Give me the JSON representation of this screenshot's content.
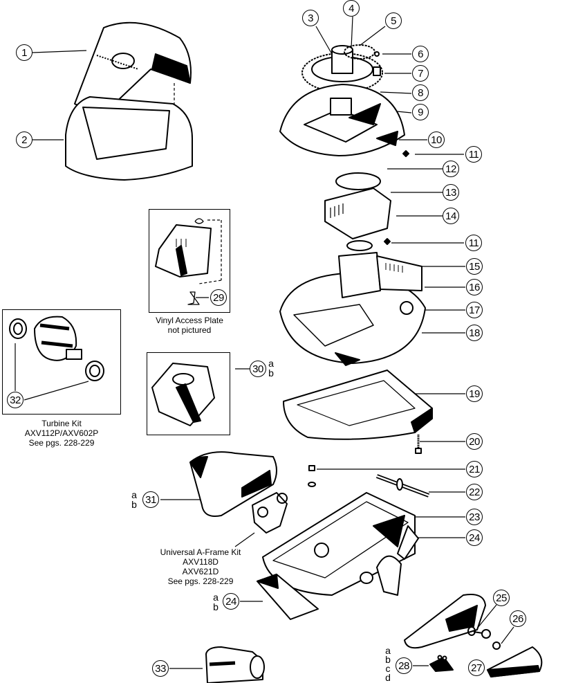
{
  "diagram": {
    "type": "exploded-parts-diagram",
    "subject": "pool cleaner assembly"
  },
  "callouts": [
    {
      "id": "1",
      "label": "1"
    },
    {
      "id": "2",
      "label": "2"
    },
    {
      "id": "3",
      "label": "3"
    },
    {
      "id": "4",
      "label": "4"
    },
    {
      "id": "5",
      "label": "5"
    },
    {
      "id": "6",
      "label": "6"
    },
    {
      "id": "7",
      "label": "7"
    },
    {
      "id": "8",
      "label": "8"
    },
    {
      "id": "9",
      "label": "9"
    },
    {
      "id": "10",
      "label": "10"
    },
    {
      "id": "11a",
      "label": "11"
    },
    {
      "id": "12",
      "label": "12"
    },
    {
      "id": "13",
      "label": "13"
    },
    {
      "id": "14",
      "label": "14"
    },
    {
      "id": "11b",
      "label": "11"
    },
    {
      "id": "15",
      "label": "15"
    },
    {
      "id": "16",
      "label": "16"
    },
    {
      "id": "17",
      "label": "17"
    },
    {
      "id": "18",
      "label": "18"
    },
    {
      "id": "19",
      "label": "19"
    },
    {
      "id": "20",
      "label": "20"
    },
    {
      "id": "21",
      "label": "21"
    },
    {
      "id": "22",
      "label": "22"
    },
    {
      "id": "23",
      "label": "23"
    },
    {
      "id": "24a",
      "label": "24"
    },
    {
      "id": "25",
      "label": "25"
    },
    {
      "id": "26",
      "label": "26"
    },
    {
      "id": "27",
      "label": "27"
    },
    {
      "id": "28",
      "label": "28"
    },
    {
      "id": "29",
      "label": "29"
    },
    {
      "id": "30",
      "label": "30"
    },
    {
      "id": "31",
      "label": "31"
    },
    {
      "id": "32",
      "label": "32"
    },
    {
      "id": "24b",
      "label": "24"
    },
    {
      "id": "33",
      "label": "33"
    }
  ],
  "variants": {
    "30": [
      "a",
      "b"
    ],
    "31": [
      "a",
      "b"
    ],
    "24": [
      "a",
      "b"
    ],
    "28": [
      "a",
      "b",
      "c",
      "d"
    ]
  },
  "captions": {
    "vinyl_access": [
      "Vinyl Access Plate",
      "not pictured"
    ],
    "turbine_kit": [
      "Turbine Kit",
      "AXV112P/AXV602P",
      "See pgs. 228-229"
    ],
    "a_frame_kit": [
      "Universal A-Frame Kit",
      "AXV118D",
      "AXV621D",
      "See pgs. 228-229"
    ]
  }
}
